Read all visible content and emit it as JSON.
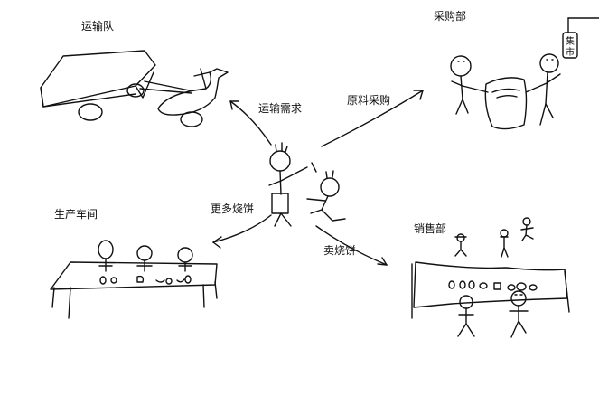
{
  "labels": {
    "transport_team": "运输队",
    "purchasing_dept": "采购部",
    "production_workshop": "生产车间",
    "sales_dept": "销售部"
  },
  "arrows": {
    "transport_demand": "运输需求",
    "raw_material_purchase": "原料采购",
    "more_pancakes": "更多烧饼",
    "sell_pancakes": "卖烧饼"
  },
  "market_sign": [
    "集",
    "市"
  ]
}
